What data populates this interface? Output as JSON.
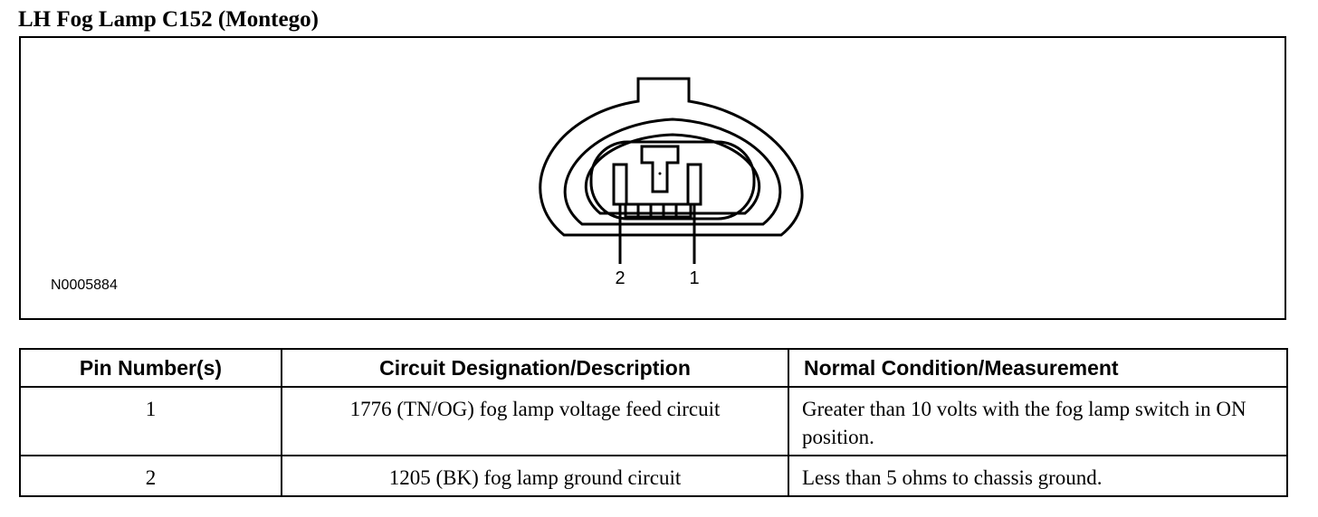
{
  "title": "LH Fog Lamp C152 (Montego)",
  "figure": {
    "figure_id": "N0005884",
    "pin_labels": [
      "2",
      "1"
    ]
  },
  "table": {
    "headers": [
      "Pin Number(s)",
      "Circuit Designation/Description",
      "Normal Condition/Measurement"
    ],
    "rows": [
      {
        "pin": "1",
        "circuit": "1776 (TN/OG) fog lamp voltage feed circuit",
        "condition": "Greater than 10 volts with the fog lamp switch in ON position."
      },
      {
        "pin": "2",
        "circuit": "1205 (BK) fog lamp ground circuit",
        "condition": "Less than 5 ohms to chassis ground."
      }
    ]
  }
}
